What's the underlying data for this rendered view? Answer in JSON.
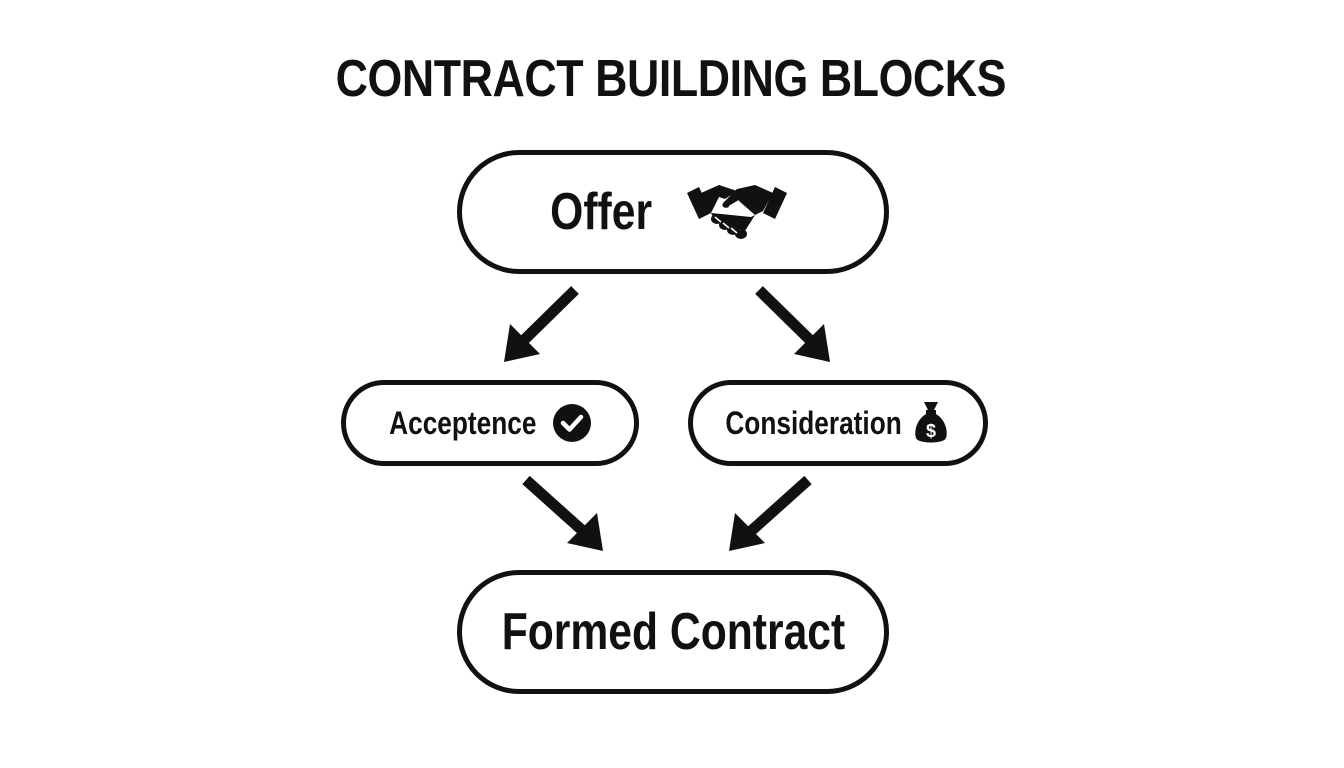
{
  "diagram": {
    "title": "CONTRACT BUILDING BLOCKS",
    "nodes": {
      "offer": {
        "label": "Offer",
        "icon": "handshake-icon"
      },
      "acceptance": {
        "label": "Acceptence",
        "icon": "checkmark-circle-icon"
      },
      "consideration": {
        "label": "Consideration",
        "icon": "money-bag-icon"
      },
      "formed": {
        "label": "Formed Contract"
      }
    },
    "edges": [
      {
        "from": "offer",
        "to": "acceptance"
      },
      {
        "from": "offer",
        "to": "consideration"
      },
      {
        "from": "acceptance",
        "to": "formed"
      },
      {
        "from": "consideration",
        "to": "formed"
      }
    ],
    "colors": {
      "stroke": "#111111",
      "background": "#ffffff"
    }
  }
}
